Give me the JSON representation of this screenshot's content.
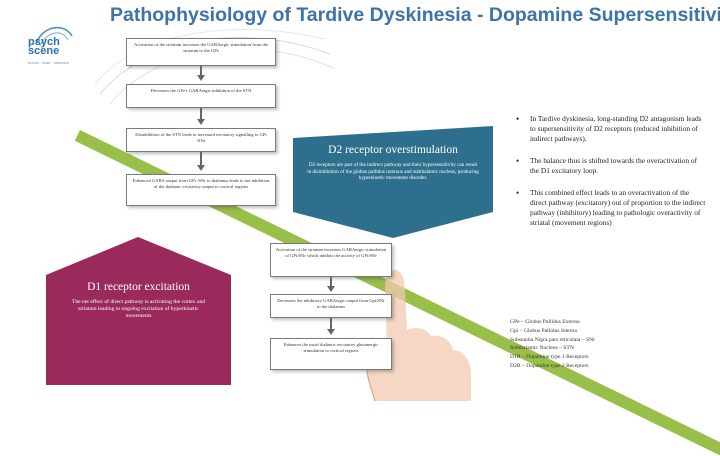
{
  "title": "Pathophysiology of Tardive Dyskinesia - Dopamine Supersensitivity",
  "logo": {
    "line1": "psych",
    "line2": "scene",
    "tagline": "enrich · lead · enhance"
  },
  "left_flow": [
    "Activation of the striatum increases the GABAergic stimulation from the striatum to the GPe",
    "Decreases the GPe's GABAergic inhibition of the STN",
    "Disinhibition of the STN leads to increased excitatory signalling to GPi /SNr",
    "Enhanced GABA output from GPi /SNr to thalamus leads to net inhibition of the thalamic excitatory output to cortical regions"
  ],
  "right_flow": [
    "Activation of the striatum increases GABAergic stimulation of GPi/SNr which inhibits the activity of GPi/SNr",
    "Decreases the inhibitory GABAergic output from Gpi/SNr to the thalamus",
    "Enhances the usual thalamic excitatory glutamergic stimulation to cortical regions"
  ],
  "d2": {
    "heading": "D2 receptor overstimulation",
    "body": "D2 receptors are part of the indirect pathway and their hypersensitivity can result in disinhibition of the globus pallidus internus and subthalamic nucleus, producing hyperkinetic movement disorder.",
    "color": "#2e6f8e"
  },
  "d1": {
    "heading": "D1 receptor excitation",
    "body": "The net effect of direct pathway is activating the cortex and striatum leading to ongoing excitation of hyperkinetic movements",
    "color": "#9b2a5c"
  },
  "bullets": [
    "In Tardive dyskinesia, long-standing D2 antagonism leads to supersensitivity of D2 receptors (reduced inhibition of indirect pathways).",
    "The balance thus is shifted towards the overactivation of the D1 excitatory loop.",
    "This combined effect leads to an overactivation of the direct pathway (excitatory) out of proportion to the indirect pathway (inhibitory) leading to pathologic overactivity of striatal (movement regions)"
  ],
  "abbreviations": [
    "GPe – Globus Pallidus Externa",
    "Gpi – Globus Pallidus Interna",
    "Substantia Nigra pars reticulata – SNr",
    "Subthalamic Nucleus – STN",
    "D1R – Dopamine type 1 Receptors",
    "D2R – Dopamine type 2 Receptors"
  ],
  "colors": {
    "title": "#3d73a8",
    "band": "#8fba3a",
    "d2": "#2e6f8e",
    "d1": "#9b2a5c"
  }
}
